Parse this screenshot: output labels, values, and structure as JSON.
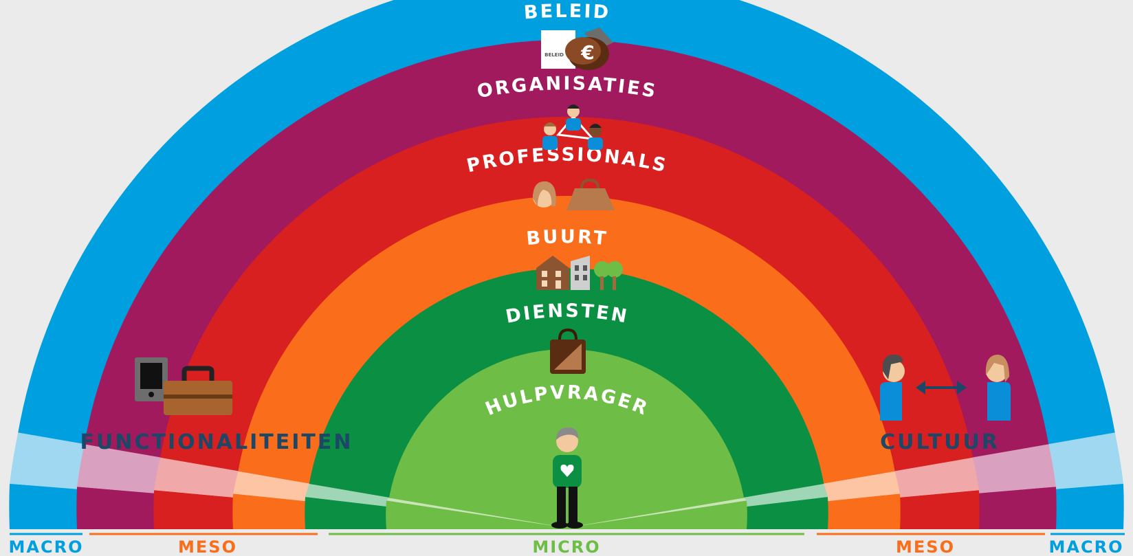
{
  "diagram": {
    "rings": [
      {
        "id": "beleid",
        "label": "BELEID",
        "color": "#009fdf",
        "light_color": "#a0d8f1",
        "icon": "document-money-bag-icon",
        "icon_text": "BELEID",
        "icon_symbol": "€"
      },
      {
        "id": "organisaties",
        "label": "ORGANISATIES",
        "color": "#a11a5e",
        "light_color": "#d9a0c0",
        "icon": "connected-people-icon"
      },
      {
        "id": "professionals",
        "label": "PROFESSIONALS",
        "color": "#d92020",
        "light_color": "#f0a8a8",
        "icon": "professional-briefcase-icon"
      },
      {
        "id": "buurt",
        "label": "BUURT",
        "color": "#fa6d1a",
        "light_color": "#fdc5a3",
        "icon": "houses-trees-icon"
      },
      {
        "id": "diensten",
        "label": "DIENSTEN",
        "color": "#0b8f43",
        "light_color": "#9fd6b6",
        "icon": "bag-icon"
      },
      {
        "id": "hulpvrager",
        "label": "HULPVRAGER",
        "color": "#6ebd46",
        "light_color": "#c9e5b8",
        "icon": "person-heart-icon"
      }
    ],
    "side_panels": {
      "left": {
        "label": "FUNCTIONALITEITEN",
        "icon": "tablet-toolbox-icon"
      },
      "right": {
        "label": "CULTUUR",
        "icon": "people-exchange-icon",
        "arrow": "↔"
      }
    },
    "scale": [
      {
        "label": "MACRO",
        "color": "#009fdf"
      },
      {
        "label": "MESO",
        "color": "#fa6d1a"
      },
      {
        "label": "MICRO",
        "color": "#6ebd46"
      },
      {
        "label": "MESO",
        "color": "#fa6d1a"
      },
      {
        "label": "MACRO",
        "color": "#009fdf"
      }
    ]
  }
}
